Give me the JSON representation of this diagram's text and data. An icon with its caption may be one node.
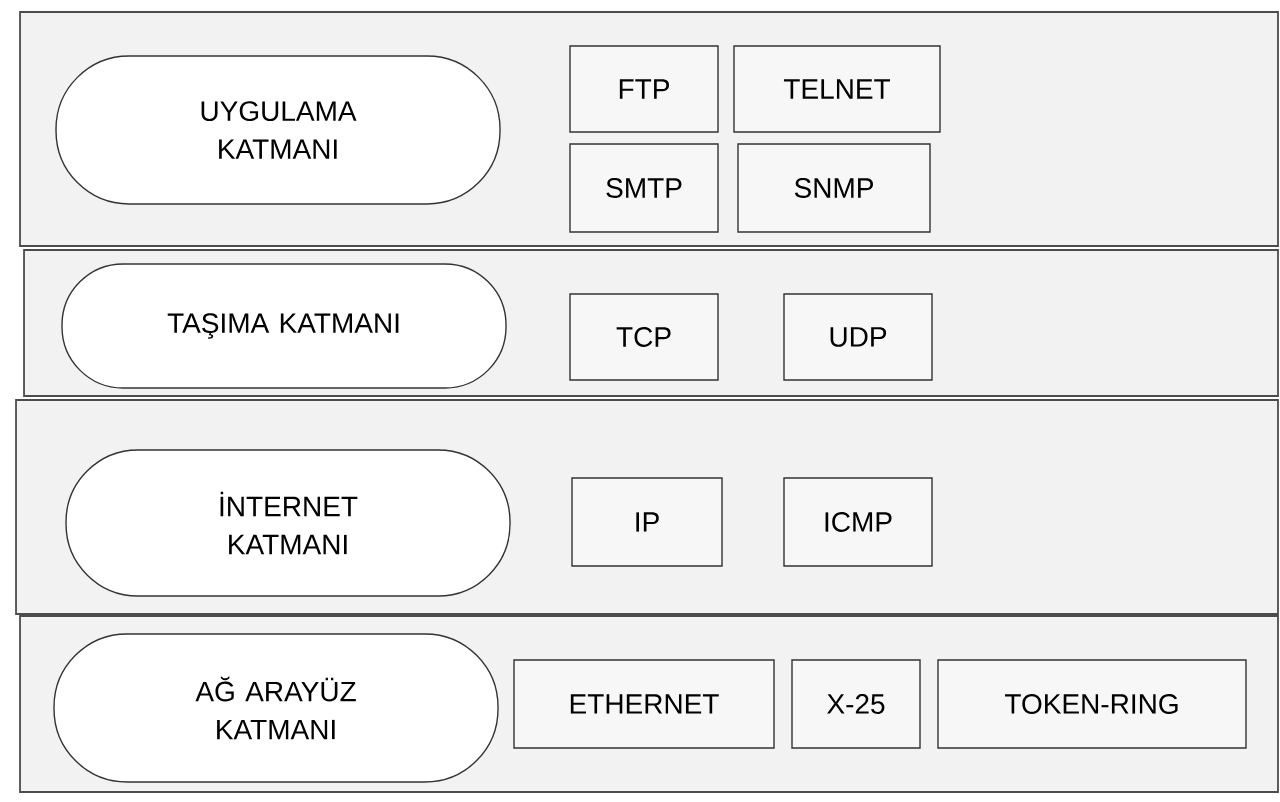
{
  "diagram": {
    "nodes": [
      {
        "text": [],
        "shape": "box"
      },
      {
        "text": [
          "UYGULAMA KATMANI"
        ],
        "in": 0
      },
      {
        "text": [
          "FTP"
        ],
        "in": 0
      },
      {
        "text": [
          "TELNET"
        ],
        "in": 0
      },
      {
        "text": [
          "SMTP"
        ],
        "in": 0
      },
      {
        "text": [
          "SNMP"
        ],
        "in": 0
      },
      {
        "text": [],
        "shape": "box"
      },
      {
        "text": [
          "TAŞIMA KATMANI"
        ],
        "in": 6
      },
      {
        "text": [
          "TCP"
        ],
        "in": 6
      },
      {
        "text": [
          "UDP"
        ],
        "in": 6
      },
      {
        "text": [],
        "shape": "box"
      },
      {
        "text": [
          "İNTERNET KATMANI"
        ],
        "in": 10
      },
      {
        "text": [
          "IP"
        ],
        "in": 10
      },
      {
        "text": [
          "ICMP"
        ],
        "in": 10
      },
      {
        "text": [],
        "shape": "box"
      },
      {
        "text": [
          "AĞ ARAYÜZ KATMANI"
        ],
        "in": 14
      },
      {
        "text": [
          "ETHERNET"
        ],
        "in": 14
      },
      {
        "text": [
          "X-25"
        ],
        "in": 14
      },
      {
        "text": [
          "TOKEN-RING"
        ],
        "in": 14
      }
    ]
  }
}
